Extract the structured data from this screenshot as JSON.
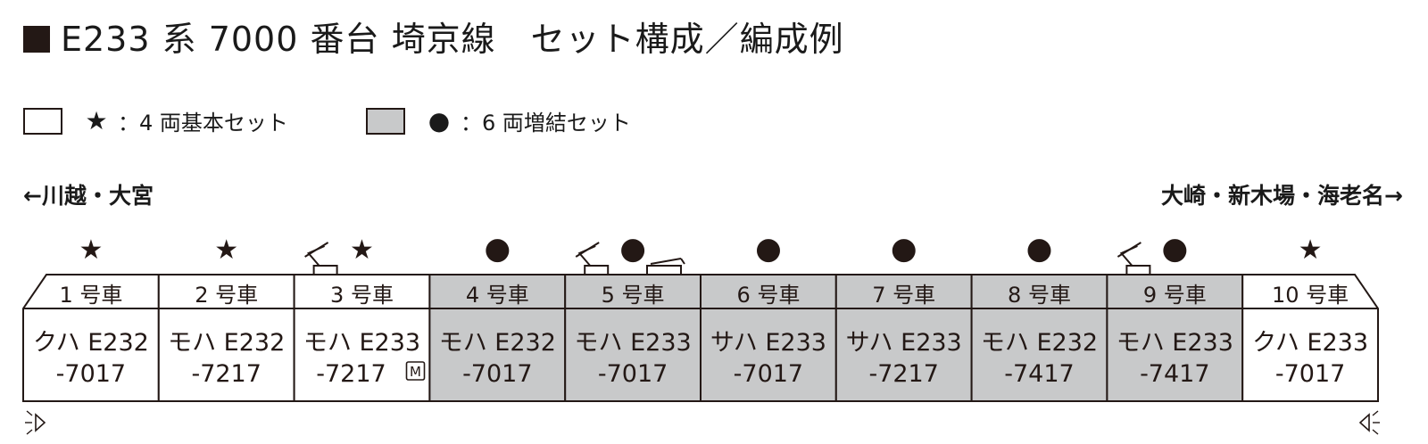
{
  "title": "E233 系 7000 番台 埼京線　セット構成／編成例",
  "legend": {
    "basic": {
      "symbol": "★",
      "label": "：4 両基本セット",
      "color": "#ffffff"
    },
    "extension": {
      "symbol": "●",
      "label": "：6 両増結セット",
      "color": "#c8c9ca"
    }
  },
  "directions": {
    "left": "←川越・大宮",
    "right": "大崎・新木場・海老名→"
  },
  "colors": {
    "ink": "#231815",
    "basic_fill": "#ffffff",
    "extension_fill": "#c8c9ca"
  },
  "cars": [
    {
      "number": "1 号車",
      "type": "クハ E232",
      "id": "-7017",
      "set": "basic",
      "symbol": "★",
      "pantograph": "",
      "motor_mark": "",
      "end": "left"
    },
    {
      "number": "2 号車",
      "type": "モハ E232",
      "id": "-7217",
      "set": "basic",
      "symbol": "★",
      "pantograph": "",
      "motor_mark": ""
    },
    {
      "number": "3 号車",
      "type": "モハ E233",
      "id": "-7217",
      "set": "basic",
      "symbol": "★",
      "pantograph": "raised",
      "motor_mark": "M"
    },
    {
      "number": "4 号車",
      "type": "モハ E232",
      "id": "-7017",
      "set": "extension",
      "symbol": "●",
      "pantograph": "",
      "motor_mark": ""
    },
    {
      "number": "5 号車",
      "type": "モハ E233",
      "id": "-7017",
      "set": "extension",
      "symbol": "●",
      "pantograph": "raised+folded",
      "motor_mark": ""
    },
    {
      "number": "6 号車",
      "type": "サハ E233",
      "id": "-7017",
      "set": "extension",
      "symbol": "●",
      "pantograph": "",
      "motor_mark": ""
    },
    {
      "number": "7 号車",
      "type": "サハ E233",
      "id": "-7217",
      "set": "extension",
      "symbol": "●",
      "pantograph": "",
      "motor_mark": ""
    },
    {
      "number": "8 号車",
      "type": "モハ E232",
      "id": "-7417",
      "set": "extension",
      "symbol": "●",
      "pantograph": "",
      "motor_mark": ""
    },
    {
      "number": "9 号車",
      "type": "モハ E233",
      "id": "-7417",
      "set": "extension",
      "symbol": "●",
      "pantograph": "raised",
      "motor_mark": ""
    },
    {
      "number": "10 号車",
      "type": "クハ E233",
      "id": "-7017",
      "set": "basic",
      "symbol": "★",
      "pantograph": "",
      "motor_mark": "",
      "end": "right"
    }
  ],
  "end_icons": {
    "left": "headlight-icon",
    "right": "taillight-icon"
  }
}
